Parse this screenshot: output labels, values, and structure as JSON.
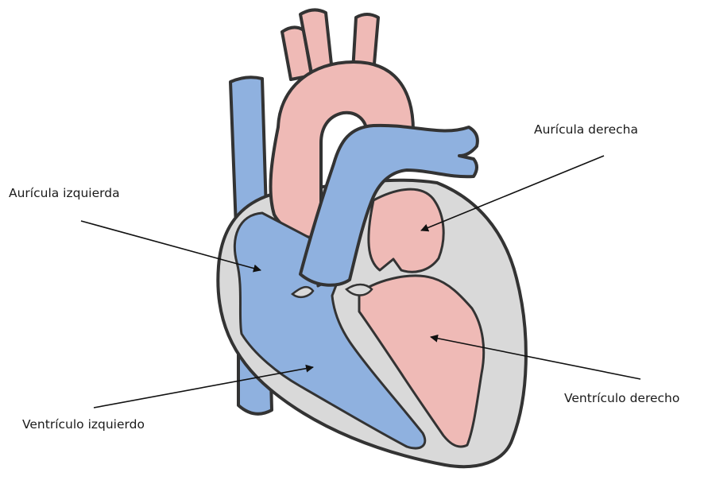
{
  "labels": {
    "left_atrium": "Aurícula izquierda",
    "right_atrium": "Aurícula derecha",
    "left_ventricle": "Ventrículo izquierdo",
    "right_ventricle": "Ventrículo derecho"
  },
  "colors": {
    "oxygen_poor": "#8fb1df",
    "oxygen_rich": "#efbab6",
    "wall": "#d9d9d9",
    "outline": "#333333"
  }
}
